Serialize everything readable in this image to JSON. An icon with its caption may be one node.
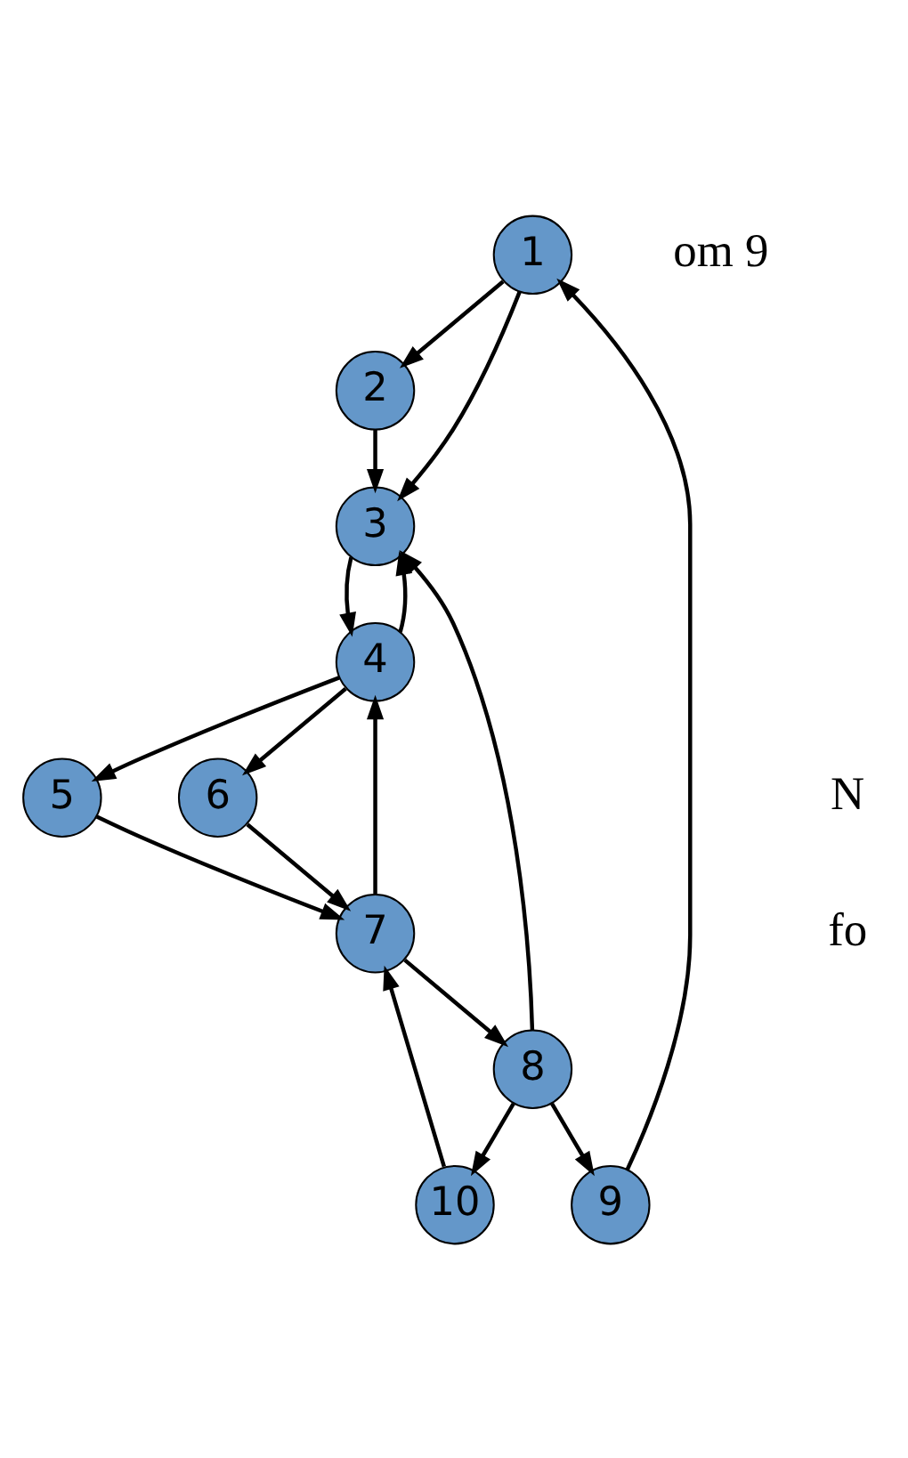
{
  "diagram": {
    "nodes": [
      {
        "text": [
          "1"
        ]
      },
      {
        "text": [
          "2"
        ]
      },
      {
        "text": [
          "3"
        ]
      },
      {
        "text": [
          "4"
        ]
      },
      {
        "text": [
          "5"
        ]
      },
      {
        "text": [
          "6"
        ]
      },
      {
        "text": [
          "7"
        ]
      },
      {
        "text": [
          "8"
        ]
      },
      {
        "text": [
          "9"
        ]
      },
      {
        "text": [
          "10"
        ]
      }
    ],
    "edges": [
      {
        "from": 8,
        "to": 0,
        "arrow": "to"
      },
      {
        "from": 0,
        "to": 1,
        "arrow": "to"
      },
      {
        "from": 0,
        "to": 2,
        "arrow": "to"
      },
      {
        "from": 1,
        "to": 2,
        "arrow": "to"
      },
      {
        "from": 7,
        "to": 2,
        "arrow": "to"
      },
      {
        "from": 2,
        "to": 3,
        "arrow": "to"
      },
      {
        "from": 3,
        "to": 2,
        "arrow": "to"
      },
      {
        "from": 6,
        "to": 3,
        "arrow": "to"
      },
      {
        "from": 3,
        "to": 4,
        "arrow": "to"
      },
      {
        "from": 3,
        "to": 5,
        "arrow": "to"
      },
      {
        "from": 4,
        "to": 6,
        "arrow": "to"
      },
      {
        "from": 5,
        "to": 6,
        "arrow": "to"
      },
      {
        "from": 9,
        "to": 6,
        "arrow": "to"
      },
      {
        "from": 6,
        "to": 7,
        "arrow": "to"
      },
      {
        "from": 7,
        "to": 8,
        "arrow": "to"
      },
      {
        "from": 7,
        "to": 9,
        "arrow": "to"
      }
    ],
    "labels": [
      "om 9",
      "N",
      "fo"
    ]
  }
}
